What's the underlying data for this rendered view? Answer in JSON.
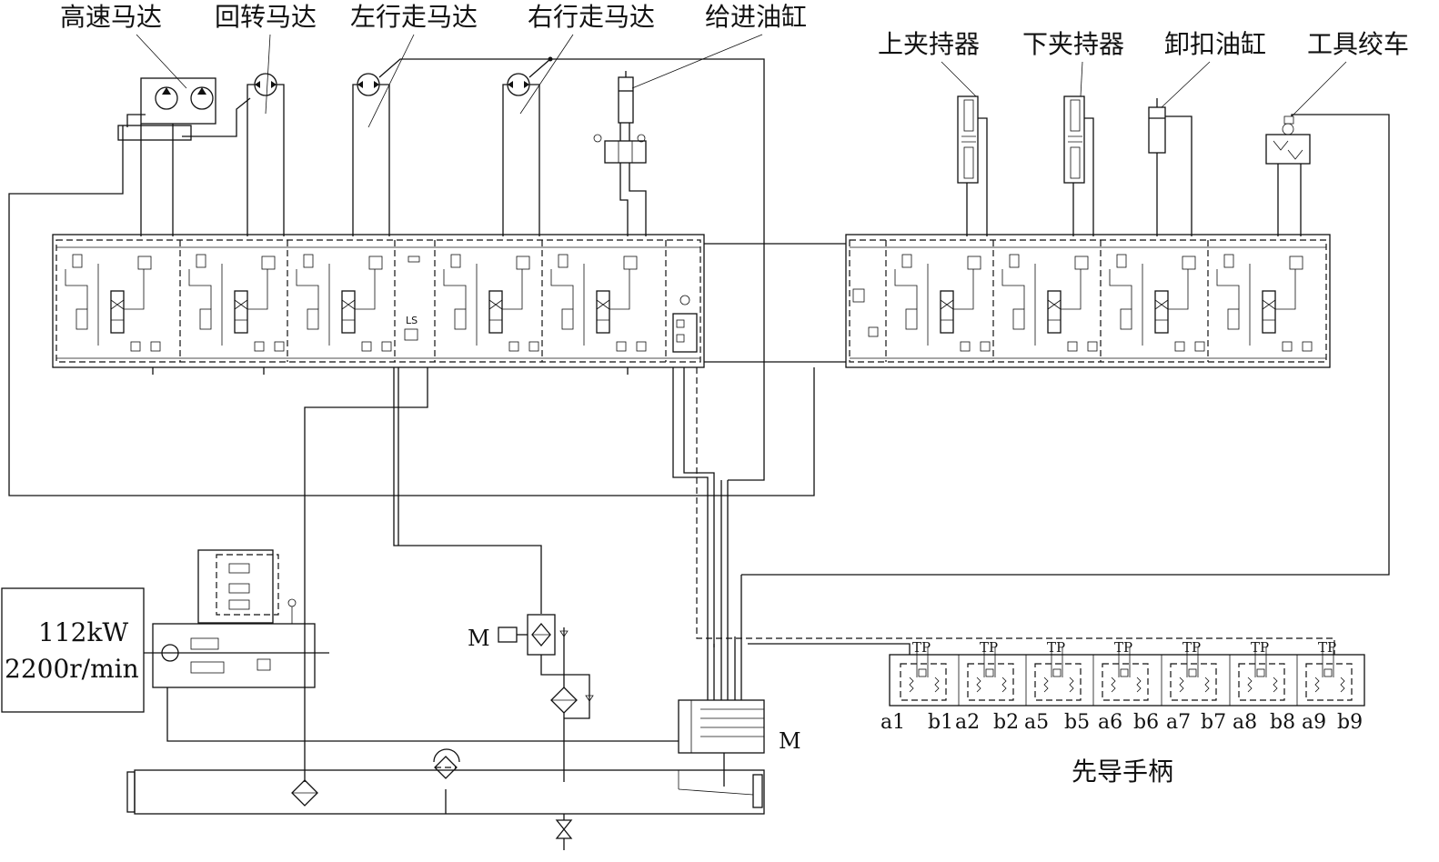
{
  "labels": {
    "high_speed_motor": "高速马达",
    "rotary_motor": "回转马达",
    "left_travel_motor": "左行走马达",
    "right_travel_motor": "右行走马达",
    "feed_cylinder": "给进油缸",
    "upper_clamp": "上夹持器",
    "lower_clamp": "下夹持器",
    "breakout_cylinder": "卸扣油缸",
    "tool_winch": "工具绞车",
    "engine_power": "112kW",
    "engine_speed": "2200r/min",
    "motor_m_left": "M",
    "motor_m_right": "M",
    "pilot_handle": "先导手柄"
  },
  "pilot_ports": [
    "a1",
    "b1",
    "a2",
    "b2",
    "a5",
    "b5",
    "a6",
    "b6",
    "a7",
    "b7",
    "a8",
    "b8",
    "a9",
    "b9"
  ],
  "tp_labels": [
    "TP",
    "TP",
    "TP",
    "TP",
    "TP",
    "TP",
    "TP"
  ]
}
